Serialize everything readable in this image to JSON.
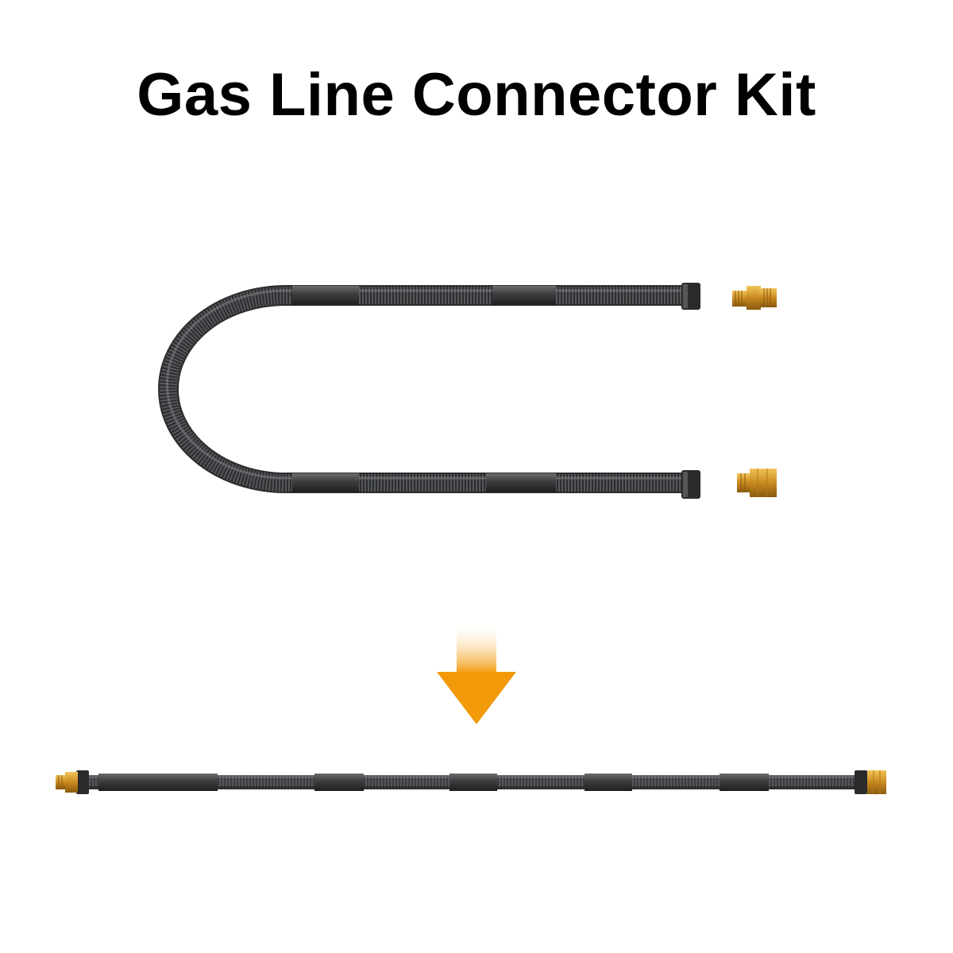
{
  "title": "Gas Line Connector Kit",
  "colors": {
    "background": "#ffffff",
    "title_text": "#000000",
    "hose_dark": "#2f3031",
    "hose_highlight": "#6a6c6e",
    "brass": "#c98a1f",
    "brass_light": "#f2c55a",
    "arrow": "#f29a0a"
  },
  "icons": {
    "coiled_hose": "u-shaped-flexible-gas-hose",
    "fittings": "brass-adapter-fittings",
    "arrow": "down-arrow-icon",
    "assembled_hose": "straight-gas-hose-with-fittings"
  }
}
